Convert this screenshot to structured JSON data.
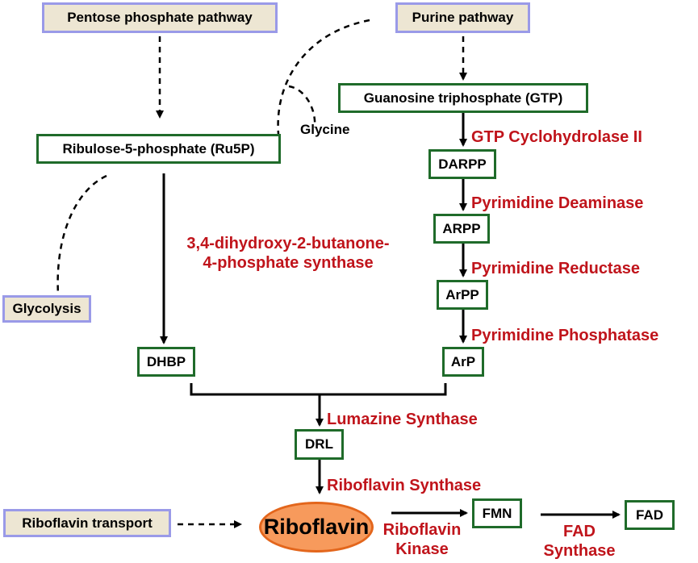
{
  "external_pathways": {
    "pentose": "Pentose phosphate pathway",
    "purine": "Purine pathway",
    "glycolysis": "Glycolysis",
    "transport": "Riboflavin transport"
  },
  "metabolites": {
    "gtp": "Guanosine triphosphate (GTP)",
    "ru5p": "Ribulose-5-phosphate (Ru5P)",
    "darpp": "DARPP",
    "arpp": "ARPP",
    "arpp2": "ArPP",
    "arp": "ArP",
    "dhbp": "DHBP",
    "drl": "DRL",
    "riboflavin": "Riboflavin",
    "fmn": "FMN",
    "fad": "FAD"
  },
  "cofactors": {
    "glycine": "Glycine"
  },
  "enzymes": {
    "gtp_cyclohydrolase": "GTP Cyclohydrolase II",
    "pyrimidine_deaminase": "Pyrimidine Deaminase",
    "pyrimidine_reductase": "Pyrimidine Reductase",
    "pyrimidine_phosphatase": "Pyrimidine Phosphatase",
    "dhbp_synthase_line1": "3,4-dihydroxy-2-butanone-",
    "dhbp_synthase_line2": "4-phosphate synthase",
    "lumazine_synthase": "Lumazine Synthase",
    "riboflavin_synthase": "Riboflavin Synthase",
    "riboflavin_kinase_line1": "Riboflavin",
    "riboflavin_kinase_line2": "Kinase",
    "fad_synthase_line1": "FAD",
    "fad_synthase_line2": "Synthase"
  },
  "colors": {
    "external_fill": "#ede6d3",
    "external_border": "#9a9ae8",
    "metabolite_border": "#1f6b2a",
    "enzyme_text": "#c0141b",
    "riboflavin_fill": "#f79a5c",
    "riboflavin_border": "#e3661c"
  }
}
